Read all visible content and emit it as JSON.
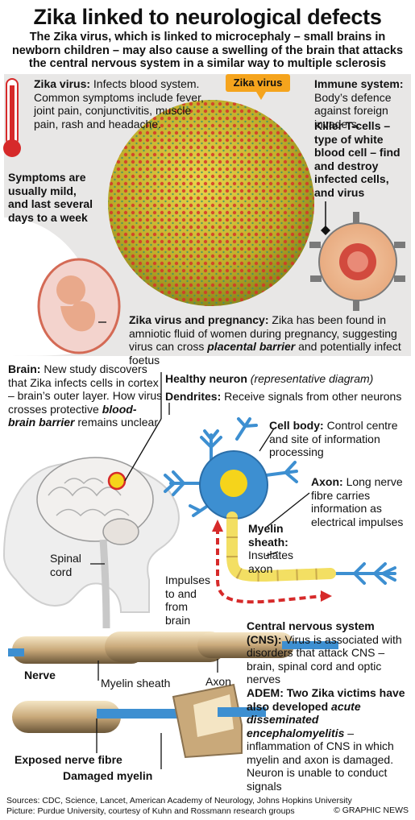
{
  "header": {
    "title": "Zika linked to neurological defects",
    "subtitle": "The Zika virus, which is linked to microcephaly – small brains in newborn children – may also cause a swelling of the brain that attacks the central nervous system in a similar way to multiple sclerosis"
  },
  "virus": {
    "tag": "Zika virus",
    "heading": "Zika virus:",
    "text": "Infects blood system. Common symptoms include fever, joint pain, conjunctivitis, muscle pain, rash and headache.",
    "symptoms": "Symptoms are usually mild, and last several days to a week"
  },
  "immune": {
    "heading": "Immune system:",
    "text": "Body’s defence against foreign invaders.",
    "killer": "Killer T-cells – type of white blood cell – find and destroy infected cells, and virus"
  },
  "pregnancy": {
    "heading": "Zika virus and pregnancy:",
    "text": "Zika has been found in amniotic fluid of women during pregnancy, suggesting virus can cross",
    "emph": "placental barrier",
    "text2": "and potentially infect foetus"
  },
  "brain": {
    "heading": "Brain:",
    "text": "New study discovers that Zika infects cells in cortex – brain’s outer layer. How virus crosses protective",
    "emph": "blood-brain barrier",
    "text2": "remains unclear",
    "spinal": "Spinal cord"
  },
  "neuron": {
    "heading": "Healthy neuron",
    "note": "(representative diagram)",
    "dendrites_h": "Dendrites:",
    "dendrites": "Receive signals from other neurons",
    "cellbody_h": "Cell body:",
    "cellbody": "Control centre and site of information processing",
    "axon_h": "Axon:",
    "axon": "Long nerve fibre carries information as electrical impulses",
    "myelin_h": "Myelin sheath:",
    "myelin": "Insulates axon",
    "impulses": "Impulses to and from brain"
  },
  "nerve": {
    "nerve": "Nerve",
    "myelin": "Myelin sheath",
    "axon": "Axon",
    "exposed": "Exposed nerve fibre",
    "damaged": "Damaged myelin"
  },
  "cns": {
    "heading": "Central nervous system (CNS):",
    "text": "Virus is associated with disorders that attack CNS – brain, spinal cord and optic nerves",
    "adem_h": "ADEM:",
    "adem": "Two Zika victims have also developed",
    "adem_emph": "acute disseminated encephalomyelitis",
    "adem2": "– inflammation of CNS in which myelin and axon is damaged. Neuron is unable to conduct signals"
  },
  "footer": {
    "sources": "Sources: CDC, Science, Lancet, American Academy of Neurology, Johns Hopkins University",
    "picture": "Picture: Purdue University, courtesy of Kuhn and Rossmann research groups",
    "credit": "© GRAPHIC NEWS"
  },
  "colors": {
    "virus_yellow": "#c9b832",
    "virus_red": "#d6332a",
    "thermometer": "#d62a2a",
    "neuron_blue": "#3d8fd1",
    "nucleus": "#f5d41b",
    "myelin": "#f3df63",
    "tag": "#f5a41d"
  }
}
